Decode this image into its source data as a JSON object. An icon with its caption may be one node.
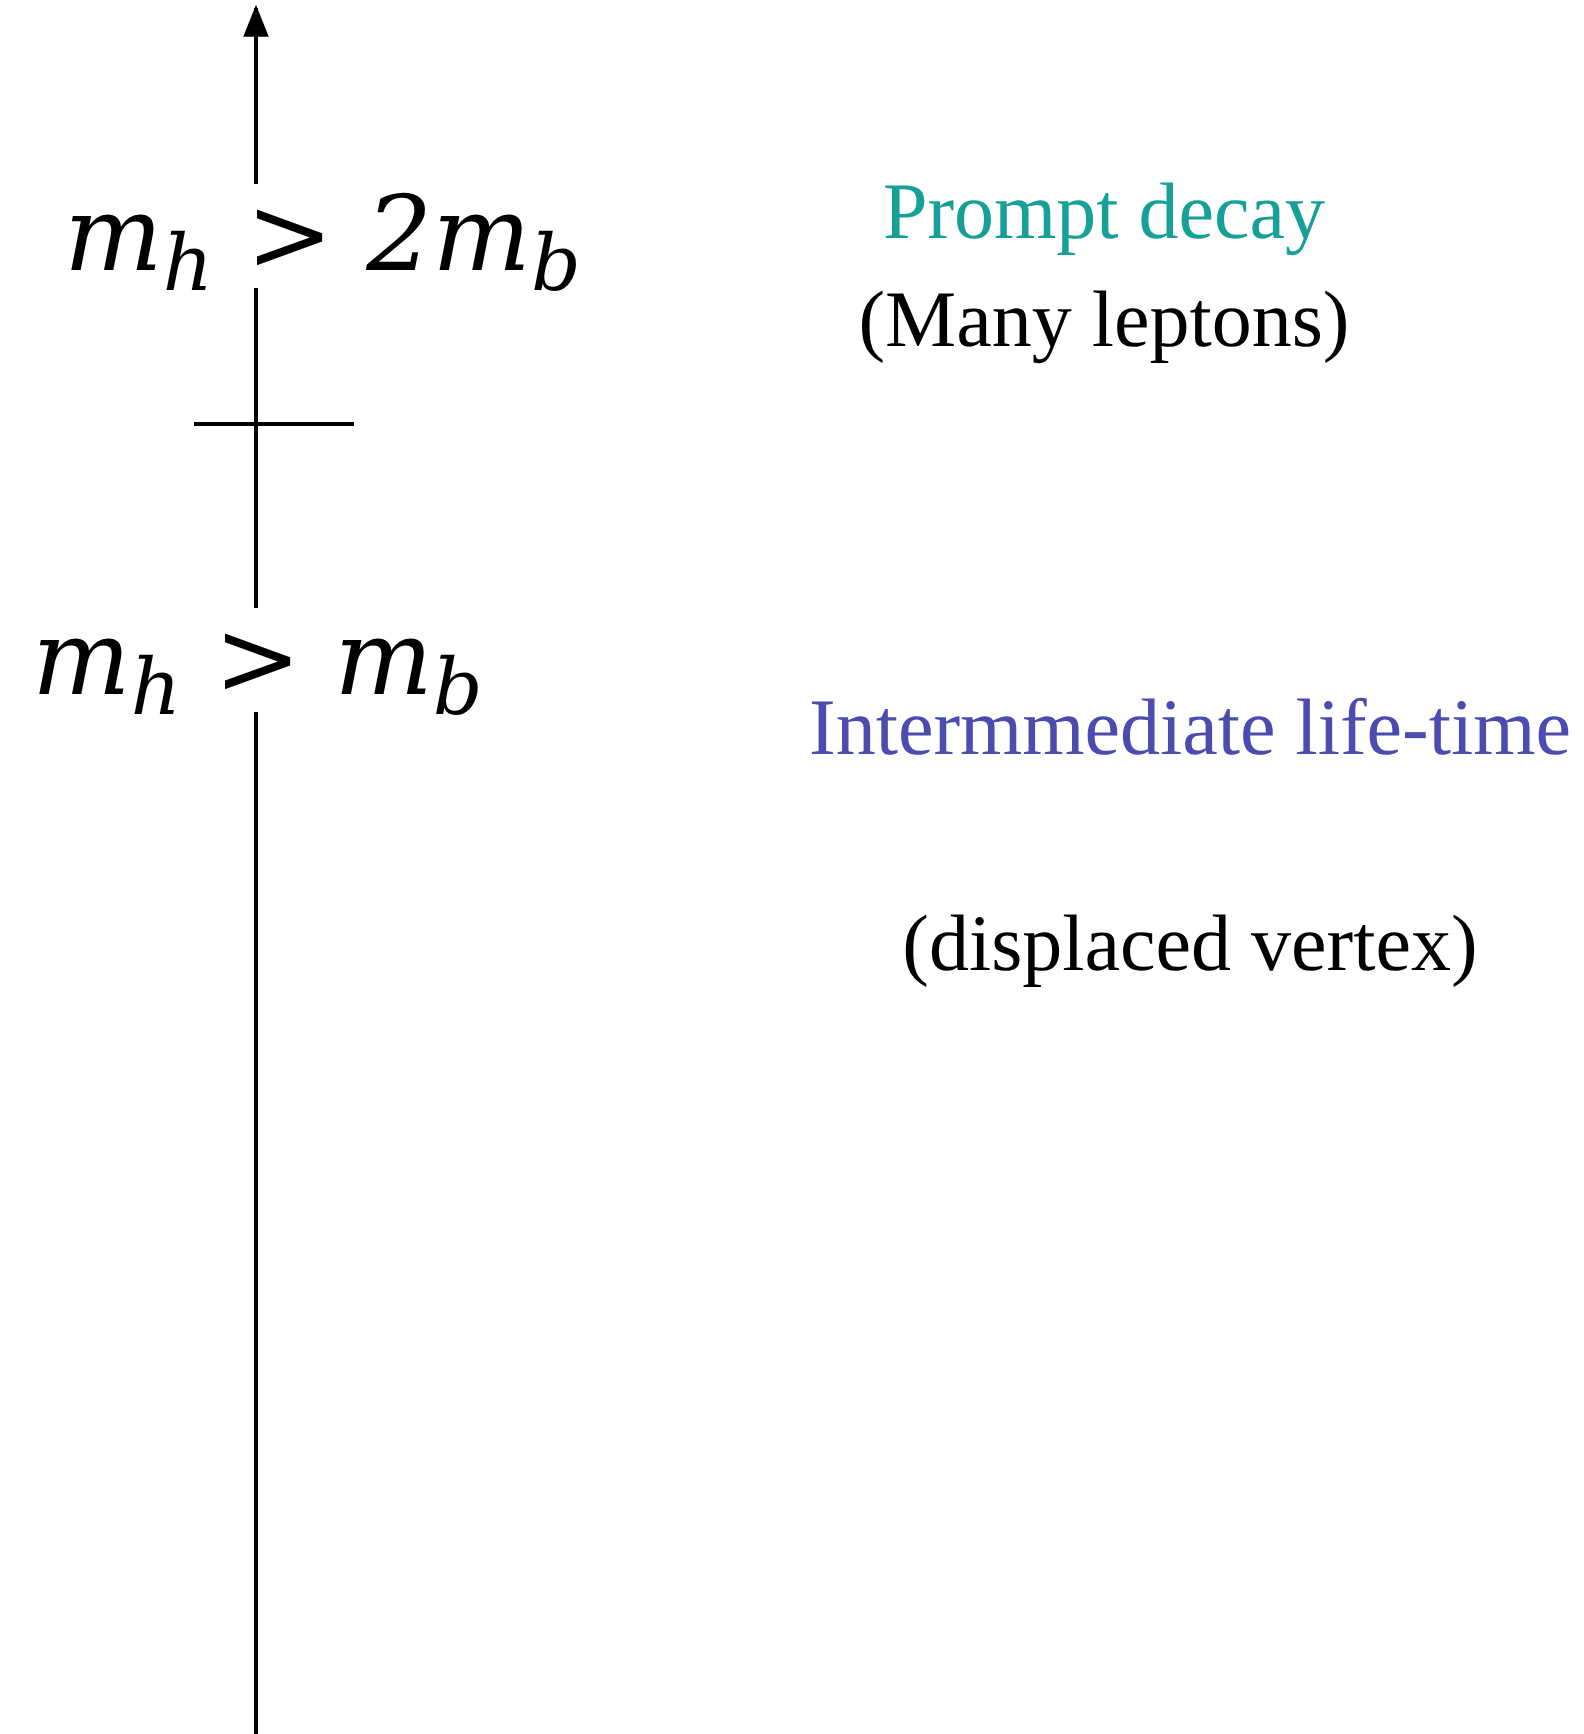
{
  "diagram": {
    "labels": [
      "m$_{h}$ > 2m$_{b}$",
      "Prompt decay",
      "(Many leptons)",
      "m$_{h}$ > m$_{b}$",
      "Intermmediate life-time",
      "(displaced vertex)"
    ]
  }
}
